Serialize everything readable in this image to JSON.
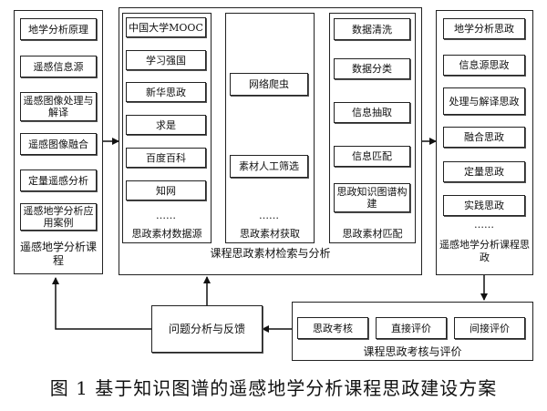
{
  "left_group": {
    "items": [
      "地学分析原理",
      "遥感信息源",
      "遥感图像处理与解译",
      "遥感图像融合",
      "定量遥感分析",
      "遥感地学分析应用案例"
    ],
    "title": "遥感地学分析课程"
  },
  "source_col": {
    "items": [
      "中国大学MOOC",
      "学习强国",
      "新华思政",
      "求是",
      "百度百科",
      "知网",
      "……"
    ],
    "label": "思政素材数据源"
  },
  "acquire_col": {
    "items": [
      "网络爬虫",
      "素材人工筛选",
      "……"
    ],
    "label": "思政素材获取"
  },
  "match_col": {
    "items": [
      "数据清洗",
      "数据分类",
      "信息抽取",
      "信息匹配",
      "思政知识图谱构建"
    ],
    "label": "思政素材匹配"
  },
  "center_title": "课程思政素材检索与分析",
  "right_group": {
    "items": [
      "地学分析思政",
      "信息源思政",
      "处理与解译思政",
      "融合思政",
      "定量思政",
      "实践思政",
      "……"
    ],
    "title": "遥感地学分析课程思政"
  },
  "eval_group": {
    "items": [
      "思政考核",
      "直接评价",
      "间接评价"
    ],
    "title": "课程思政考核与评价"
  },
  "feedback": "问题分析与反馈",
  "caption": "图 1  基于知识图谱的遥感地学分析课程思政建设方案"
}
